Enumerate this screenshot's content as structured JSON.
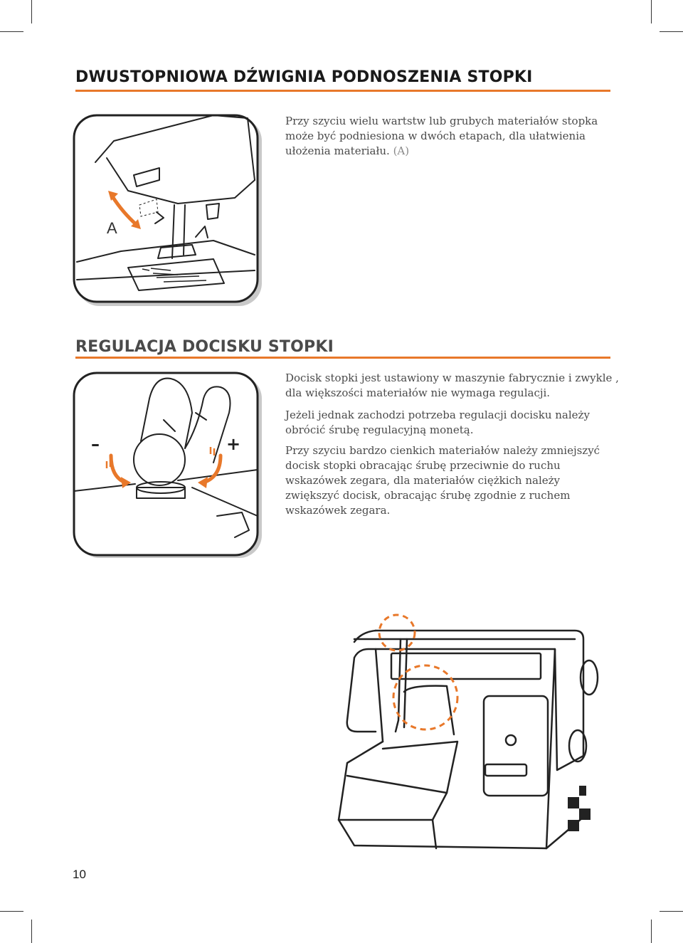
{
  "section1": {
    "title": "DWUSTOPNIOWA DŹWIGNIA PODNOSZENIA STOPKI",
    "text": "Przy szyciu wielu wartstw lub grubych materiałów stopka może być podniesiona w dwóch etapach, dla ułatwienia ułożenia materiału.",
    "ref": "(A)",
    "figure_label": "A"
  },
  "section2": {
    "title": "REGULACJA DOCISKU STOPKI",
    "paragraphs": [
      "Docisk stopki jest ustawiony w maszynie fabrycznie i zwykle , dla większości materiałów nie wymaga regulacji.",
      "Jeżeli jednak zachodzi potrzeba regulacji docisku należy obrócić śrubę regulacyjną monetą.",
      "Przy szyciu bardzo cienkich materiałów należy zmniejszyć docisk stopki obracając śrubę przeciwnie do ruchu wskazówek zegara, dla materiałów ciężkich należy zwiększyć docisk, obracając śrubę zgodnie z ruchem wskazówek zegara."
    ],
    "minus_label": "–",
    "plus_label": "+"
  },
  "page_number": "10",
  "colors": {
    "accent": "#e8782a",
    "heading_dark": "#1a1a1a",
    "heading_grey": "#4a4a4a",
    "body_text": "#4a4a4a",
    "line_art": "#222222"
  },
  "icons": [
    "presser-foot-lever-illustration",
    "pressure-screw-illustration",
    "sewing-machine-illustration"
  ]
}
